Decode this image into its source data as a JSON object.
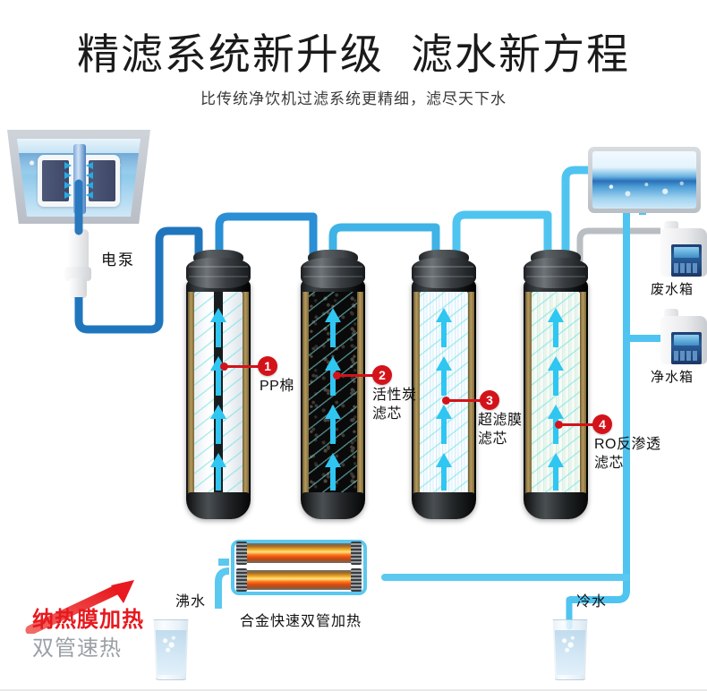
{
  "header": {
    "title": "精滤系统新升级  滤水新方程",
    "subtitle": "比传统净饮机过滤系统更精细，滤尽天下水"
  },
  "labels": {
    "pump": "电泵",
    "waste_tank": "废水箱",
    "pure_tank": "净水箱",
    "boiling_water": "沸水",
    "cold_water": "冷水",
    "heater": "合金快速双管加热"
  },
  "promo": {
    "line1": "纳热膜加热",
    "line2": "双管速热"
  },
  "filters": [
    {
      "num": "1",
      "name": "PP棉",
      "media": "pp"
    },
    {
      "num": "2",
      "name": "活性炭\n滤芯",
      "media": "carbon"
    },
    {
      "num": "3",
      "name": "超滤膜\n滤芯",
      "media": "uf"
    },
    {
      "num": "4",
      "name": "RO反渗透\n滤芯",
      "media": "ro"
    }
  ],
  "colors": {
    "pipe_stage1": "#1f76bd",
    "pipe_stage2": "#2a8fd4",
    "pipe_stage3": "#3fb2e6",
    "pipe_stage4": "#4fc4f0",
    "waste_pipe": "#b9bec3",
    "callout_red": "#d4121a",
    "promo_red": "#e8191f",
    "promo_gray": "#9aa0a6"
  }
}
